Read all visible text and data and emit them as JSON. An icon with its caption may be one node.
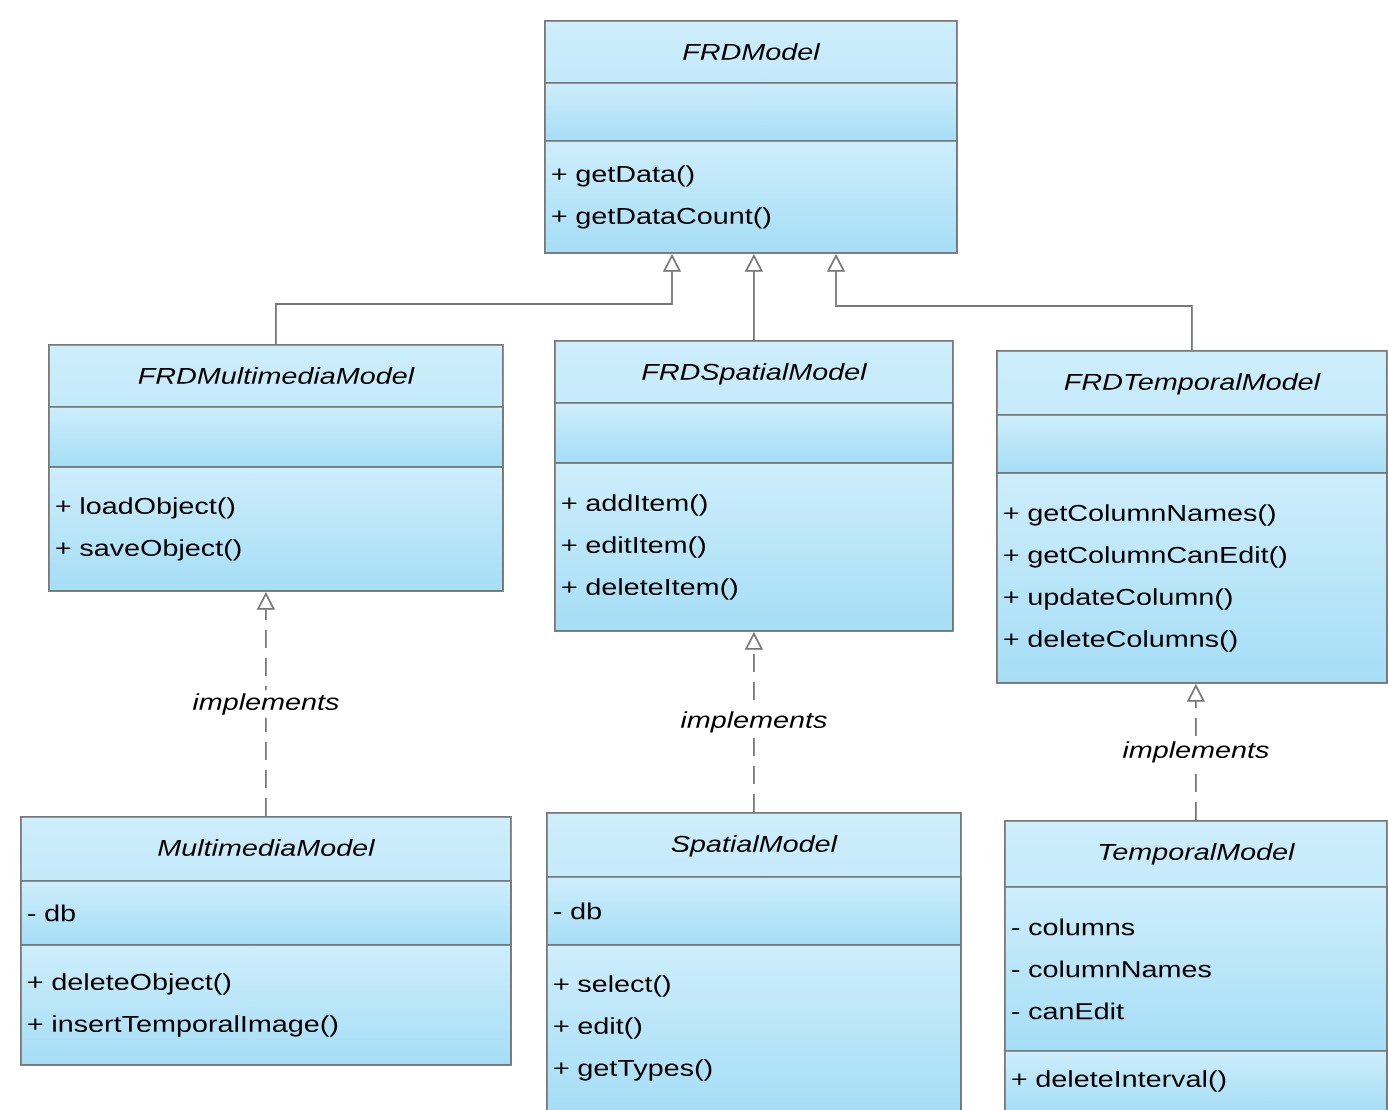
{
  "diagram": {
    "nodes": [
      {
        "text": [
          "FRDModel"
        ]
      },
      {
        "text": [],
        "shape": "box",
        "in": 0
      },
      {
        "text": [
          "+ getData()",
          "+ getDataCount()"
        ],
        "in": 0
      },
      {
        "text": [
          "FRDMultimediaModel"
        ]
      },
      {
        "text": [],
        "shape": "box",
        "in": 3
      },
      {
        "text": [
          "+ loadObject()",
          "+ saveObject()"
        ],
        "in": 3
      },
      {
        "text": [
          "FRDSpatialModel"
        ]
      },
      {
        "text": [],
        "shape": "box",
        "in": 6
      },
      {
        "text": [
          "+ addItem()",
          "+ editItem()",
          "+ deleteItem()"
        ],
        "in": 6
      },
      {
        "text": [
          "FRDTemporalModel"
        ]
      },
      {
        "text": [],
        "shape": "box",
        "in": 9
      },
      {
        "text": [
          "+ getColumnNames()",
          "+ getColumnCanEdit()",
          "+ updateColumn()",
          "+ deleteColumns()"
        ],
        "in": 9
      },
      {
        "text": [
          "MultimediaModel"
        ]
      },
      {
        "text": [
          "- db"
        ],
        "in": 12
      },
      {
        "text": [
          "+ deleteObject()",
          "+ insertTemporalImage()"
        ],
        "in": 12
      },
      {
        "text": [
          "SpatialModel"
        ]
      },
      {
        "text": [
          "- db"
        ],
        "in": 15
      },
      {
        "text": [
          "+ select()",
          "+ edit()",
          "+ getTypes()"
        ],
        "in": 15
      },
      {
        "text": [
          "TemporalModel"
        ]
      },
      {
        "text": [
          "- columns",
          "- columnNames",
          "- canEdit"
        ],
        "in": 18
      },
      {
        "text": [
          "+ deleteInterval()"
        ],
        "in": 18
      }
    ],
    "edges": [
      {
        "from": 3,
        "to": 0,
        "arrow": "to"
      },
      {
        "from": 6,
        "to": 0,
        "arrow": "to"
      },
      {
        "from": 9,
        "to": 0,
        "arrow": "to"
      },
      {
        "from": 12,
        "to": 3,
        "arrow": "to",
        "style": "dashed",
        "label": "implements"
      },
      {
        "from": 15,
        "to": 6,
        "arrow": "to",
        "style": "dashed",
        "label": "implements"
      },
      {
        "from": 18,
        "to": 9,
        "arrow": "to",
        "style": "dashed",
        "label": "implements"
      }
    ]
  }
}
